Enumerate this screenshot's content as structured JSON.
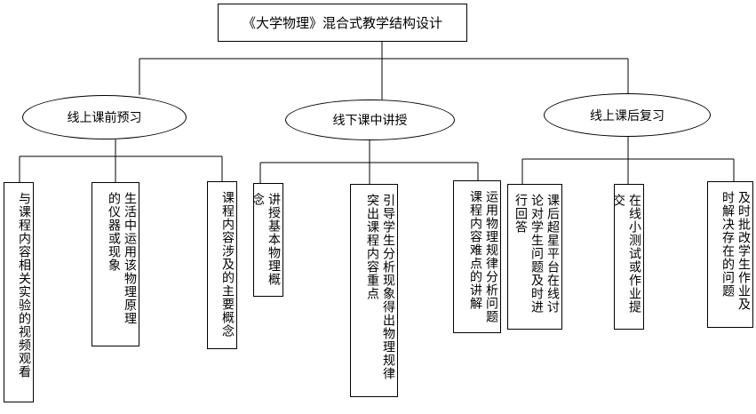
{
  "title": "《大学物理》混合式教学结构设计",
  "stages": [
    {
      "label": "线上课前预习",
      "items": [
        "与课程内容相关实验的视频观看",
        "生活中运用该物理原理的仪器或现象",
        "课程内容涉及的主要概念"
      ]
    },
    {
      "label": "线下课中讲授",
      "items": [
        "讲授基本物理概念",
        "引导学生分析现象得出物理规律突出课程内容重点",
        "运用物理规律分析问题课程内容难点的讲解"
      ]
    },
    {
      "label": "线上课后复习",
      "items": [
        "课后超星平台在线讨论对学生问题及时进行回答",
        "在线小测试或作业提交",
        "及时批改学生作业及时解决存在的问题"
      ]
    }
  ]
}
